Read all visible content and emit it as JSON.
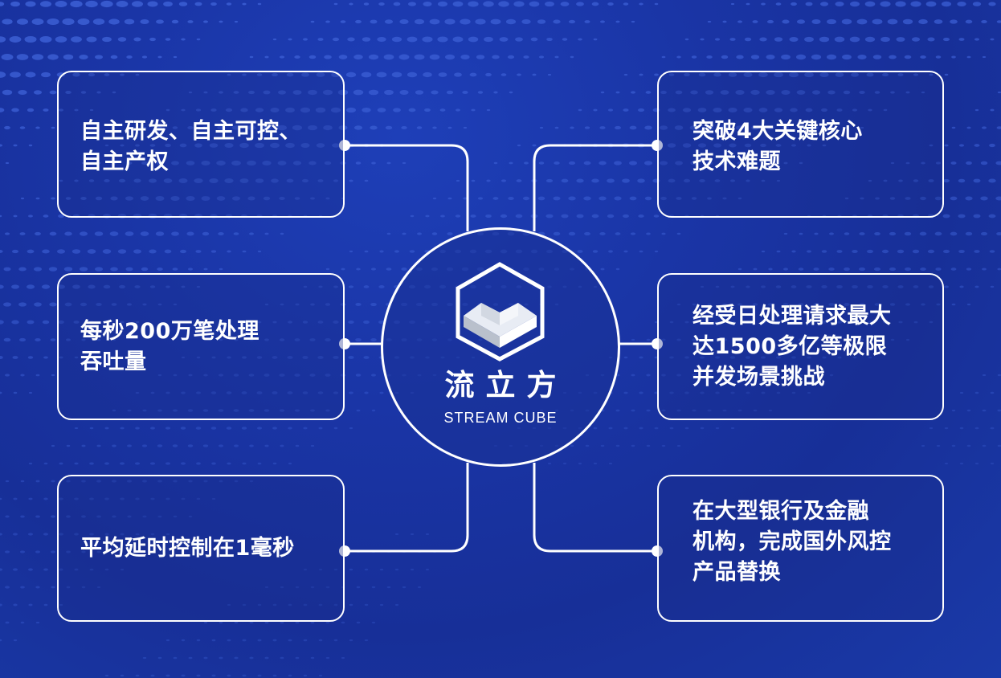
{
  "center": {
    "name": "流立方",
    "subtitle": "STREAM CUBE",
    "icon": "cube-logo-icon"
  },
  "left_boxes": [
    {
      "lines": [
        "自主研发、自主可控、",
        "自主产权"
      ]
    },
    {
      "lines": [
        "每秒200万笔处理",
        "吞吐量"
      ]
    },
    {
      "lines": [
        "平均延时控制在1毫秒"
      ]
    }
  ],
  "right_boxes": [
    {
      "lines": [
        "突破4大关键核心",
        "技术难题"
      ]
    },
    {
      "lines": [
        "经受日处理请求最大",
        "达1500多亿等极限",
        "并发场景挑战"
      ]
    },
    {
      "lines": [
        "在大型银行及金融",
        "机构，完成国外风控",
        "产品替换"
      ]
    }
  ],
  "colors": {
    "background": "#1a35a6",
    "line": "#ffffff",
    "dot_pattern": "#3f63d8"
  }
}
